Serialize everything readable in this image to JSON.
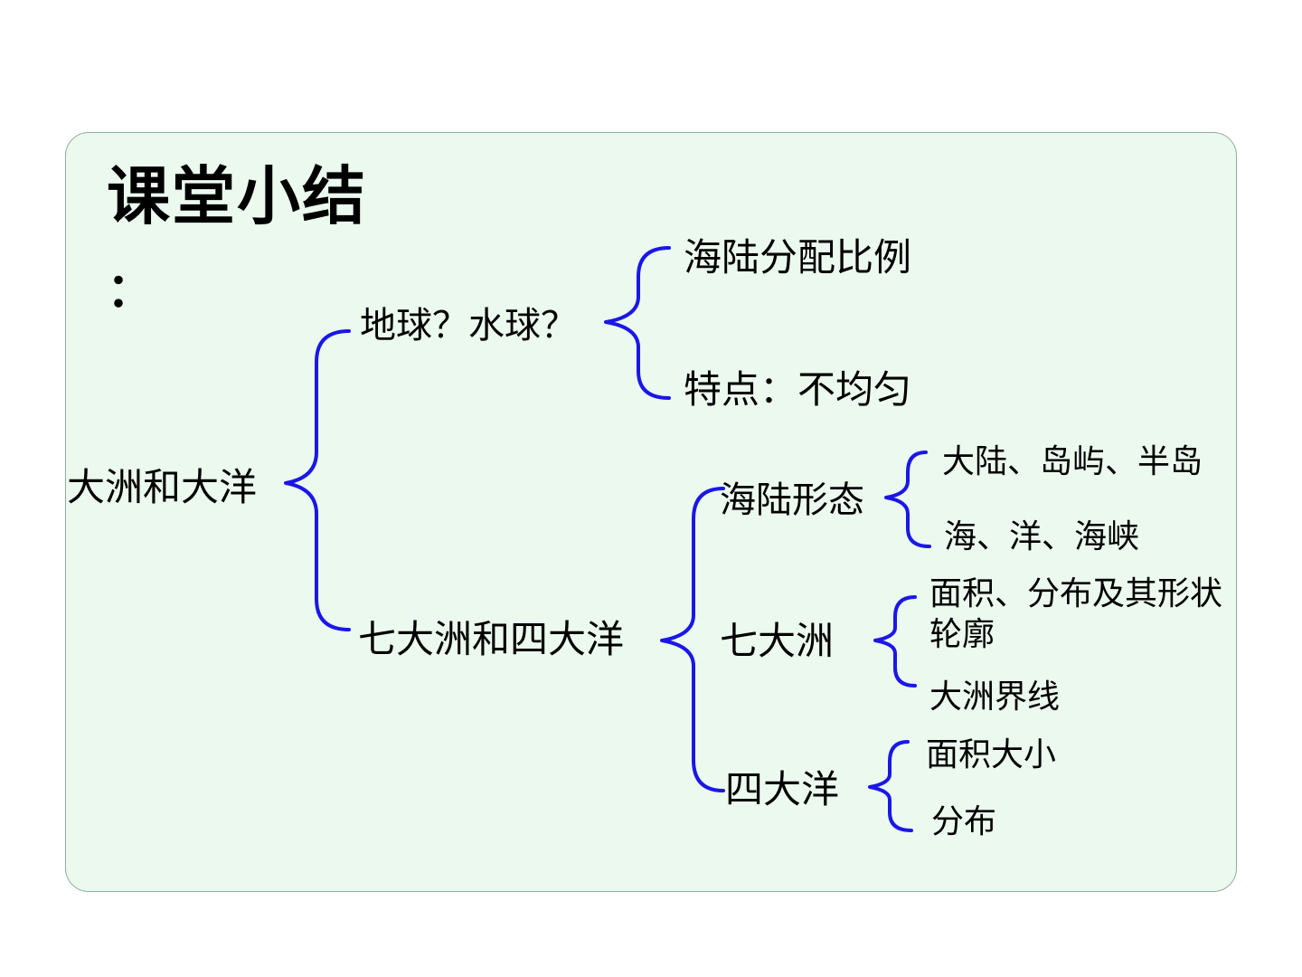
{
  "colors": {
    "panel_fill": "#ecf9ef",
    "brace": "#1a17e6"
  },
  "title": "课堂小结",
  "title_colon": "：",
  "nodes": {
    "root": "大洲和大洋",
    "earth_water": "地球？水球？",
    "land_sea_ratio": "海陆分配比例",
    "feature": "特点：不均匀",
    "seven_four": "七大洲和四大洋",
    "land_sea_forms": "海陆形态",
    "continent_island": "大陆、岛屿、半岛",
    "sea_ocean_strait": "海、洋、海峡",
    "seven_continents": "七大洲",
    "area_distribution_shape": "面积、分布及其形状轮廓",
    "continent_boundary": "大洲界线",
    "four_oceans": "四大洋",
    "area_size": "面积大小",
    "distribution": "分布"
  }
}
